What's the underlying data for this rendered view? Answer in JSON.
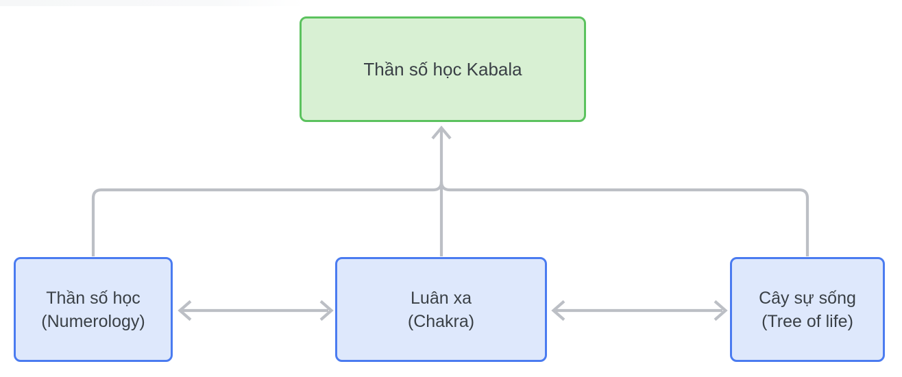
{
  "diagram": {
    "type": "flowchart",
    "nodes": {
      "root": {
        "label": "Thần số học Kabala"
      },
      "numerology": {
        "line1": "Thần số học",
        "line2": "(Numerology)"
      },
      "chakra": {
        "line1": "Luân xa",
        "line2": "(Chakra)"
      },
      "tree": {
        "line1": "Cây sự sống",
        "line2": "(Tree of life)"
      }
    },
    "edges": [
      {
        "from": "numerology",
        "to": "root",
        "style": "arrow-up"
      },
      {
        "from": "chakra",
        "to": "root",
        "style": "arrow-up"
      },
      {
        "from": "tree",
        "to": "root",
        "style": "arrow-up"
      },
      {
        "from": "numerology",
        "to": "chakra",
        "style": "bidirectional"
      },
      {
        "from": "chakra",
        "to": "tree",
        "style": "bidirectional"
      }
    ]
  },
  "colors": {
    "root_border": "#5bc25e",
    "root_fill": "#d8f0d3",
    "node_border": "#4a7bf0",
    "node_fill": "#dee8fc",
    "connector": "#bcbfc5",
    "text": "#3a4046"
  }
}
